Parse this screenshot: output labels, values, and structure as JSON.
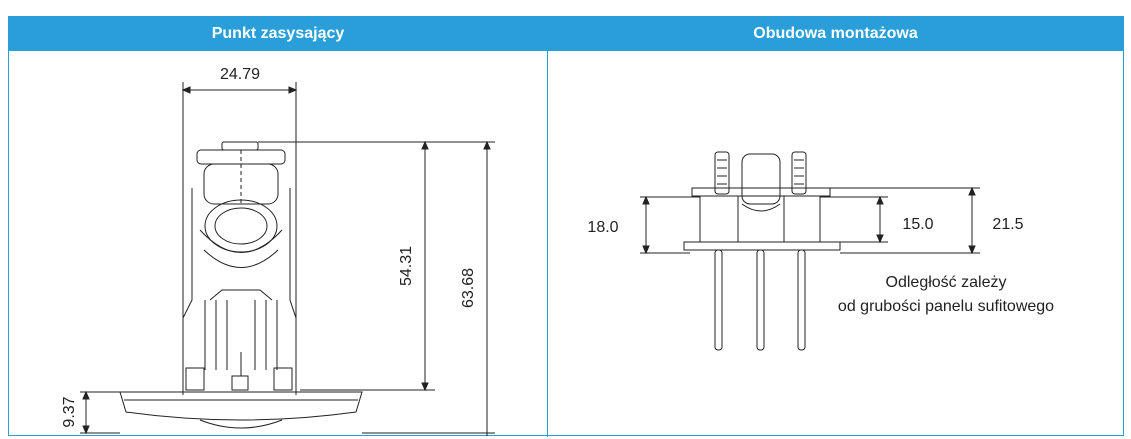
{
  "headers": {
    "left": "Punkt zasysający",
    "right": "Obudowa montażowa"
  },
  "left_dimensions": {
    "width": "24.79",
    "height_body": "54.31",
    "height_total": "63.68",
    "base_height": "9.37"
  },
  "right_dimensions": {
    "left": "18.0",
    "middle": "15.0",
    "right": "21.5"
  },
  "note": {
    "line1": "Odległość zależy",
    "line2": "od grubości panelu sufitowego"
  },
  "colors": {
    "header_bg": "#2a9ed8",
    "header_text": "#ffffff",
    "line": "#222222"
  }
}
